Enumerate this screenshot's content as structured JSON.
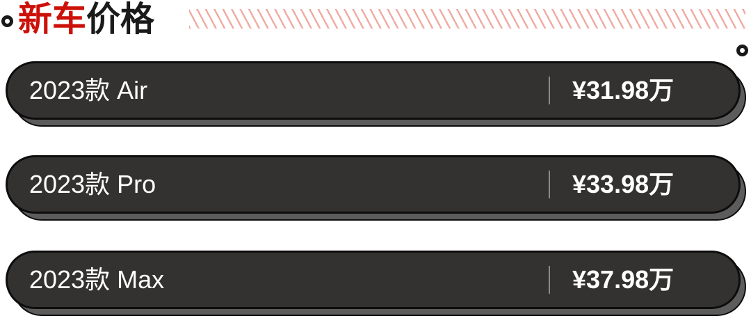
{
  "header": {
    "title_accent": "新车",
    "title_rest": "价格",
    "accent_color": "#cc1109",
    "title_color": "#1a1a1a",
    "stripe_color": "#f0aaa2",
    "marker_color": "#191919",
    "marker_left_name": "ring-marker-left",
    "marker_right_name": "ring-marker-right"
  },
  "theme": {
    "pill_fill": "#333230",
    "pill_border": "#0d0d0d",
    "pill_shadow": "#5c5c5c",
    "text_color": "#ffffff",
    "divider_color": "#8a8a8a",
    "background": "#ffffff"
  },
  "price_list": {
    "rows": [
      {
        "model": "2023款 Air",
        "price": "¥31.98万"
      },
      {
        "model": "2023款 Pro",
        "price": "¥33.98万"
      },
      {
        "model": "2023款 Max",
        "price": "¥37.98万"
      }
    ]
  }
}
